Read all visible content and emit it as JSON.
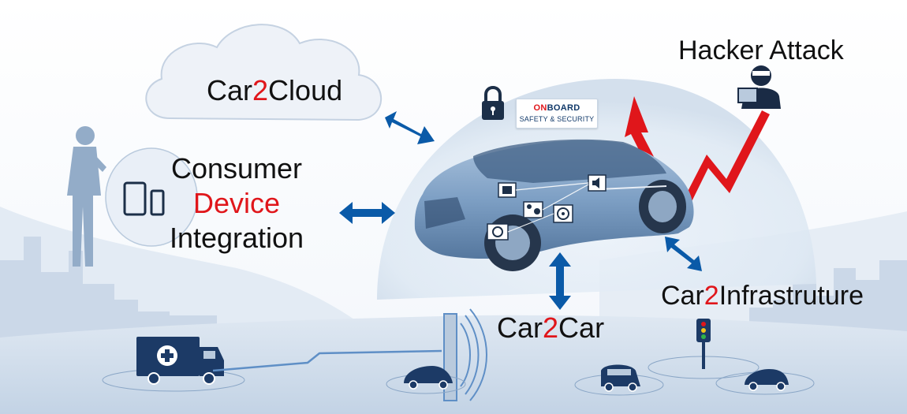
{
  "labels": {
    "car2cloud": {
      "prefix": "Car",
      "num": "2",
      "suffix": "Cloud"
    },
    "consumer": {
      "line1": "Consumer",
      "line2": "Device",
      "line3": "Integration"
    },
    "hacker": "Hacker Attack",
    "car2infra": {
      "prefix": "Car",
      "num": "2",
      "suffix": "Infrastruture"
    },
    "car2car": {
      "prefix": "Car",
      "num": "2",
      "suffix": "Car"
    }
  },
  "badge": {
    "on": "ON",
    "board": "BOARD",
    "subtitle": "SAFETY & SECURITY"
  },
  "icons": [
    "cloud-icon",
    "person-icon",
    "tablet-icon",
    "phone-icon",
    "lock-icon",
    "car-icon",
    "engine-icon",
    "speaker-icon",
    "airbag-icon",
    "steering-icon",
    "brake-icon",
    "hacker-icon",
    "ambulance-truck-icon",
    "traffic-light-icon",
    "signal-antenna-icon"
  ],
  "colors": {
    "accent_red": "#e0161b",
    "arrow_blue": "#0a5aa8",
    "car_blue": "#7d9fc4",
    "city_blue": "#c9d7e8"
  }
}
